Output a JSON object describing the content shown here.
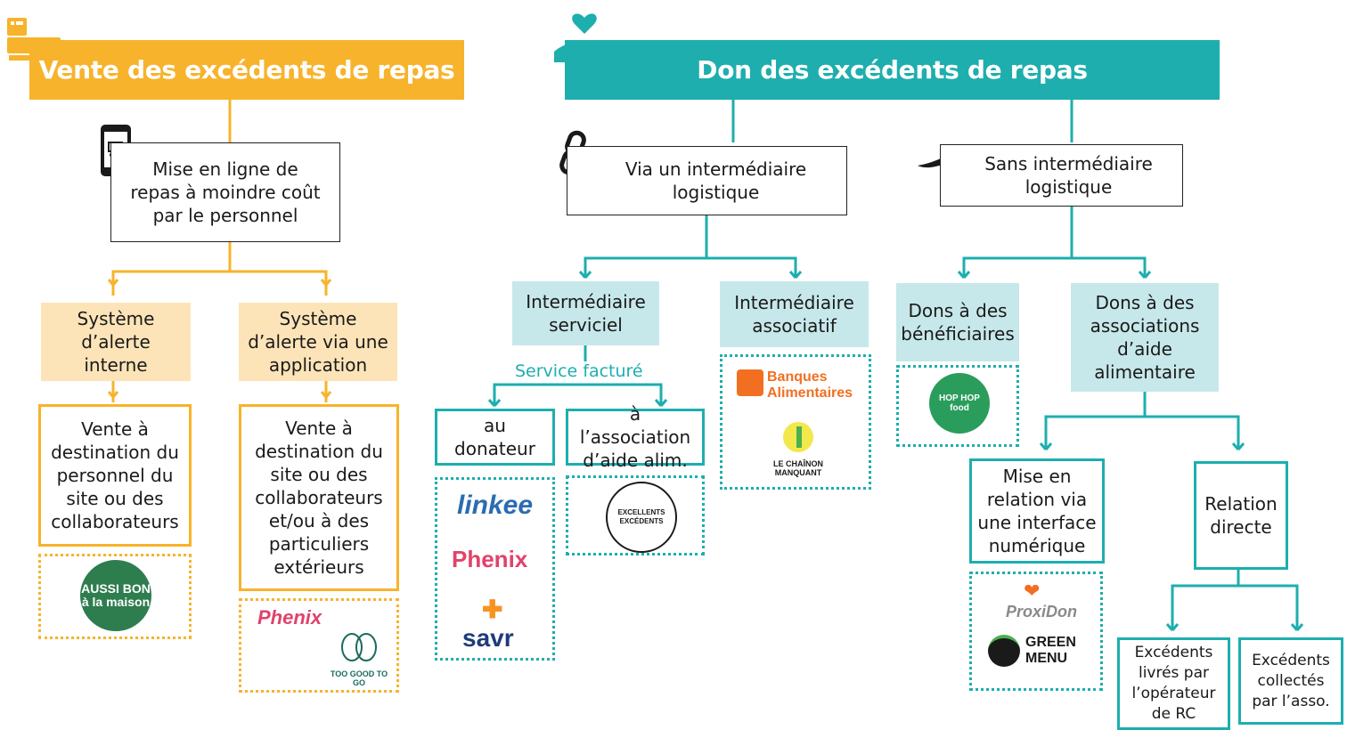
{
  "vente": {
    "title": "Vente des excédents de repas",
    "mise_en_ligne": "Mise en ligne de repas à moindre coût par le personnel",
    "alerte_interne": "Système d’alerte interne",
    "alerte_app": "Système d’alerte via une application",
    "vente_personnel": "Vente à destination du personnel du site ou des collaborateurs",
    "vente_particuliers": "Vente à destination du site ou des collaborateurs et/ou à des particuliers extérieurs",
    "logos_left": [
      "AUSSI BON à la maison"
    ],
    "logos_right": [
      "Phenix",
      "TOO GOOD TO GO"
    ]
  },
  "don": {
    "title": "Don des excédents de repas",
    "via": "Via un intermédiaire logistique",
    "sans": "Sans intermédiaire logistique",
    "serviciel": "Intermédiaire serviciel",
    "associatif": "Intermédiaire associatif",
    "service_facture": "Service facturé",
    "au_donateur": "au donateur",
    "a_lassociation": "à l’association d’aide alim.",
    "dons_beneficiaires": "Dons à des bénéficiaires",
    "dons_associations": "Dons à des associations d’aide alimentaire",
    "mise_en_relation": "Mise en relation via une interface numérique",
    "relation_directe": "Relation directe",
    "livres": "Excédents livrés par l’opérateur de RC",
    "collectes": "Excédents collectés par l’asso.",
    "logos_donateur": [
      "linkee",
      "Phenix",
      "savr"
    ],
    "logos_asso": [
      "EXCELLENTS EXCÉDENTS"
    ],
    "logos_associatif": [
      "Banques Alimentaires",
      "LE CHAÎNON MANQUANT"
    ],
    "logos_beneficiaires": [
      "HOP HOP food"
    ],
    "logos_interface": [
      "ProxiDon",
      "GREEN MENU"
    ]
  },
  "colors": {
    "orange": "#f7b32b",
    "teal": "#1eaeae",
    "light_orange": "#fde4b8",
    "light_teal": "#c7e8ea"
  }
}
